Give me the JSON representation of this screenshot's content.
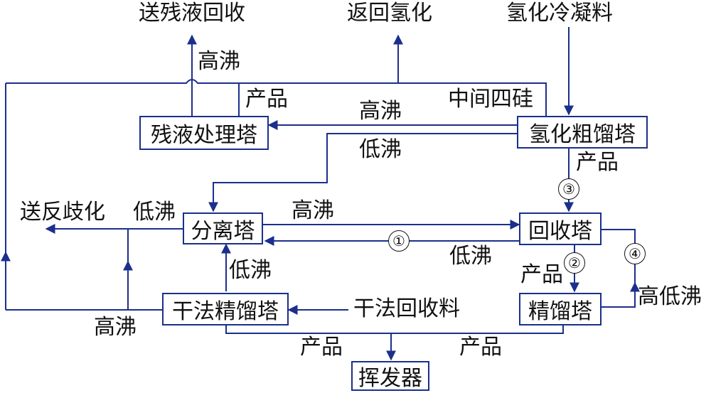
{
  "nodes": {
    "residue_tower": "残液处理塔",
    "hydro_crude_tower": "氢化粗馏塔",
    "separation_tower": "分离塔",
    "recovery_tower": "回收塔",
    "fine_tower": "精馏塔",
    "dry_fine_tower": "干法精馏塔",
    "volatilizer": "挥发器"
  },
  "labels": {
    "to_residue_recovery": "送残液回收",
    "return_hydrogenation": "返回氢化",
    "hydro_condensate": "氢化冷凝料",
    "to_disproportionation": "送反歧化",
    "dry_recovery_material": "干法回收料",
    "high_boil": "高沸",
    "low_boil": "低沸",
    "product": "产品",
    "intermediate_sicl4": "中间四硅",
    "high_low_boil": "高低沸"
  },
  "markers": [
    "①",
    "②",
    "③",
    "④"
  ],
  "colors": {
    "line": "#1b2f8c",
    "border": "#1b2f8c",
    "text": "#111111"
  }
}
